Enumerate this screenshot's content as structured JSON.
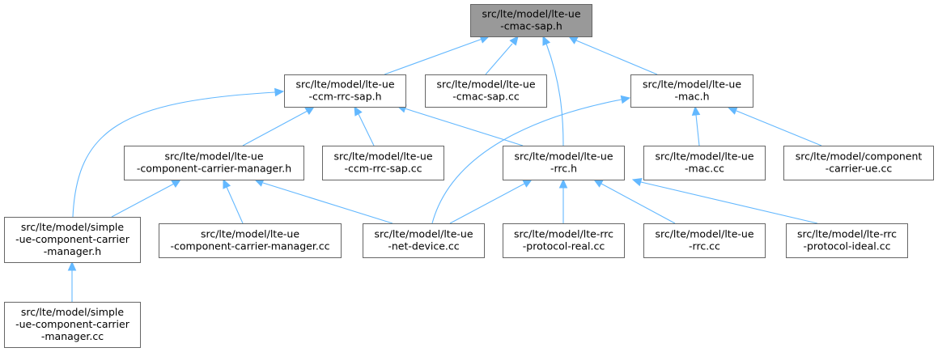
{
  "graph": {
    "nodes": [
      {
        "id": "n0",
        "lines": [
          "src/lte/model/lte-ue",
          "-cmac-sap.h"
        ],
        "highlight": true
      },
      {
        "id": "n1",
        "lines": [
          "src/lte/model/lte-ue",
          "-ccm-rrc-sap.h"
        ]
      },
      {
        "id": "n2",
        "lines": [
          "src/lte/model/lte-ue",
          "-cmac-sap.cc"
        ]
      },
      {
        "id": "n3",
        "lines": [
          "src/lte/model/lte-ue",
          "-mac.h"
        ]
      },
      {
        "id": "n4",
        "lines": [
          "src/lte/model/lte-ue",
          "-component-carrier-manager.h"
        ]
      },
      {
        "id": "n5",
        "lines": [
          "src/lte/model/lte-ue",
          "-ccm-rrc-sap.cc"
        ]
      },
      {
        "id": "n6",
        "lines": [
          "src/lte/model/lte-ue",
          "-rrc.h"
        ]
      },
      {
        "id": "n7",
        "lines": [
          "src/lte/model/lte-ue",
          "-mac.cc"
        ]
      },
      {
        "id": "n8",
        "lines": [
          "src/lte/model/component",
          "-carrier-ue.cc"
        ]
      },
      {
        "id": "n9",
        "lines": [
          "src/lte/model/simple",
          "-ue-component-carrier",
          "-manager.h"
        ]
      },
      {
        "id": "n10",
        "lines": [
          "src/lte/model/lte-ue",
          "-component-carrier-manager.cc"
        ]
      },
      {
        "id": "n11",
        "lines": [
          "src/lte/model/lte-ue",
          "-net-device.cc"
        ]
      },
      {
        "id": "n12",
        "lines": [
          "src/lte/model/lte-rrc",
          "-protocol-real.cc"
        ]
      },
      {
        "id": "n13",
        "lines": [
          "src/lte/model/lte-ue",
          "-rrc.cc"
        ]
      },
      {
        "id": "n14",
        "lines": [
          "src/lte/model/lte-rrc",
          "-protocol-ideal.cc"
        ]
      },
      {
        "id": "n15",
        "lines": [
          "src/lte/model/simple",
          "-ue-component-carrier",
          "-manager.cc"
        ]
      }
    ],
    "edges": [
      {
        "from": "n1",
        "to": "n0"
      },
      {
        "from": "n2",
        "to": "n0"
      },
      {
        "from": "n6",
        "to": "n0"
      },
      {
        "from": "n3",
        "to": "n0"
      },
      {
        "from": "n9",
        "to": "n1"
      },
      {
        "from": "n4",
        "to": "n1"
      },
      {
        "from": "n5",
        "to": "n1"
      },
      {
        "from": "n6",
        "to": "n1"
      },
      {
        "from": "n11",
        "to": "n3"
      },
      {
        "from": "n7",
        "to": "n3"
      },
      {
        "from": "n8",
        "to": "n3"
      },
      {
        "from": "n9",
        "to": "n4"
      },
      {
        "from": "n10",
        "to": "n4"
      },
      {
        "from": "n11",
        "to": "n4"
      },
      {
        "from": "n11",
        "to": "n6"
      },
      {
        "from": "n12",
        "to": "n6"
      },
      {
        "from": "n13",
        "to": "n6"
      },
      {
        "from": "n14",
        "to": "n6"
      },
      {
        "from": "n15",
        "to": "n9"
      }
    ]
  }
}
